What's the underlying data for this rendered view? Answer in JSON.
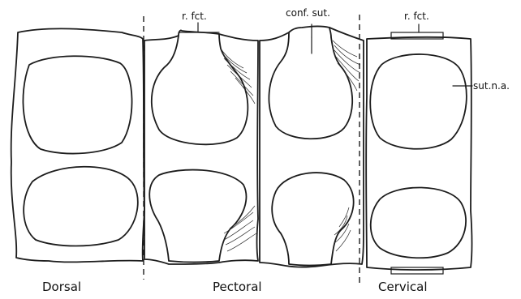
{
  "annotations": {
    "r_fct_left": "r. fct.",
    "conf_sut": "conf. sut.",
    "r_fct_right": "r. fct.",
    "sut_na": "sut.n.a."
  },
  "regions": {
    "dorsal": "Dorsal",
    "pectoral": "Pectoral",
    "cervical": "Cervical"
  }
}
